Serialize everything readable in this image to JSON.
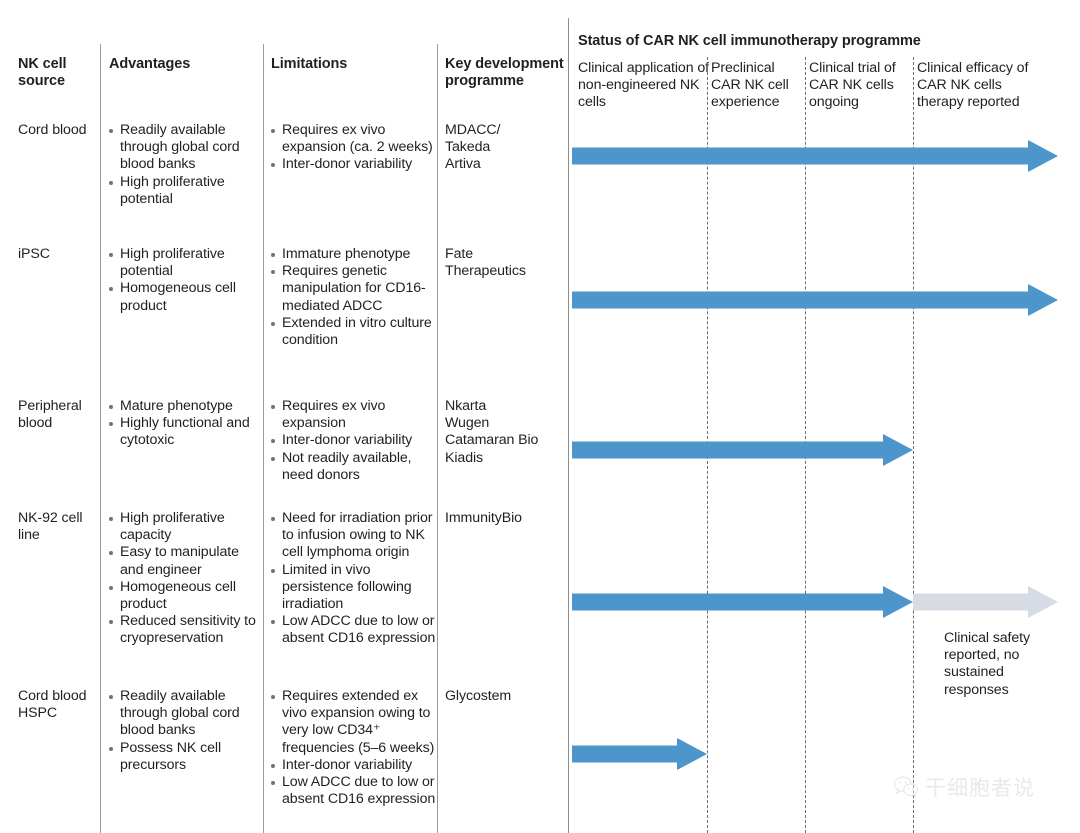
{
  "table": {
    "headers": {
      "source": "NK cell source",
      "advantages": "Advantages",
      "limitations": "Limitations",
      "key_development": "Key development programme"
    },
    "rows": [
      {
        "source": "Cord blood",
        "advantages": [
          "Readily available through global cord blood banks",
          "High proliferative potential"
        ],
        "limitations": [
          "Requires ex vivo expansion (ca. 2 weeks)",
          "Inter-donor variability"
        ],
        "programmes": [
          "MDACC/",
          "Takeda",
          "Artiva"
        ]
      },
      {
        "source": "iPSC",
        "advantages": [
          "High proliferative potential",
          "Homogeneous cell product"
        ],
        "limitations": [
          "Immature phenotype",
          "Requires genetic manipulation for CD16-mediated ADCC",
          "Extended in vitro culture condition"
        ],
        "programmes": [
          "Fate",
          "Therapeutics"
        ]
      },
      {
        "source": "Peripheral blood",
        "advantages": [
          "Mature phenotype",
          "Highly functional and cytotoxic"
        ],
        "limitations": [
          "Requires ex vivo expansion",
          "Inter-donor variability",
          "Not readily available, need donors"
        ],
        "programmes": [
          "Nkarta",
          "Wugen",
          "Catamaran Bio",
          "Kiadis"
        ]
      },
      {
        "source": "NK-92 cell line",
        "advantages": [
          "High proliferative capacity",
          "Easy to manipulate and engineer",
          "Homogeneous cell product",
          "Reduced sensitivity to cryopreservation"
        ],
        "limitations": [
          "Need for irradiation prior to infusion owing to NK cell lymphoma origin",
          "Limited in vivo persistence following irradiation",
          "Low ADCC due to low or absent CD16 expression"
        ],
        "programmes": [
          "ImmunityBio"
        ]
      },
      {
        "source": "Cord blood HSPC",
        "advantages": [
          "Readily available through global cord blood banks",
          "Possess NK cell precursors"
        ],
        "limitations": [
          "Requires extended ex vivo expansion owing to very low CD34⁺ frequencies (5–6 weeks)",
          "Inter-donor variability",
          "Low ADCC due to low or absent CD16 expression"
        ],
        "programmes": [
          "Glycostem"
        ]
      }
    ]
  },
  "status_panel": {
    "title": "Status of CAR NK cell immunotherapy programme",
    "stages": [
      "Clinical application of non-engineered NK cells",
      "Preclinical CAR NK cell experience",
      "Clinical trial of CAR NK cells ongoing",
      "Clinical efficacy of CAR NK cells therapy reported"
    ],
    "annotation": "Clinical safety reported, no sustained responses",
    "colors": {
      "arrow_blue": "#4d96cb",
      "arrow_grey": "#d7dbe3",
      "divider": "#6e6e6e",
      "text": "#231f20"
    },
    "arrows": [
      {
        "row": "Cord blood",
        "color": "blue",
        "stage_end": 4
      },
      {
        "row": "iPSC",
        "color": "blue",
        "stage_end": 4
      },
      {
        "row": "Peripheral blood",
        "color": "blue",
        "stage_end": 3
      },
      {
        "row": "NK-92 cell line",
        "color": "blue",
        "stage_end": 3
      },
      {
        "row": "NK-92 cell line",
        "color": "grey",
        "stage_end": 4
      },
      {
        "row": "Cord blood HSPC",
        "color": "blue",
        "stage_end": 1
      }
    ]
  },
  "watermark": {
    "text": "干细胞者说",
    "icon": "wechat-icon"
  }
}
